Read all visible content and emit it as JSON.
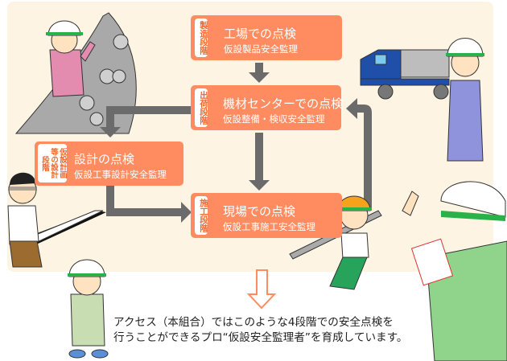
{
  "colors": {
    "panel_bg": "#fdf4e3",
    "box_fill": "#fe8c60",
    "badge_text": "#f0692d",
    "arrow_gray": "#6b6b6b",
    "down_arrow_outline": "#fe8c60"
  },
  "stages": [
    {
      "id": "manufacturing",
      "badge": "製造段階",
      "title": "工場での点検",
      "subtitle": "仮設製品安全監理"
    },
    {
      "id": "shipping",
      "badge": "出荷段階",
      "title": "機材センターでの点検",
      "subtitle": "仮設整備・検収安全監理"
    },
    {
      "id": "design",
      "badge": "仮設計画等の設計段階",
      "badge_lines": [
        "仮設",
        "計画",
        "等の設計",
        "段階"
      ],
      "title": "設計の点検",
      "subtitle": "仮設工事設計安全監理"
    },
    {
      "id": "construction",
      "badge": "施工段階",
      "title": "現場での点検",
      "subtitle": "仮設工事施工安全監理"
    }
  ],
  "caption": {
    "line1": "アクセス（本組合）ではこのような4段階での安全点検を",
    "line2": "行うことができるプロ“仮設安全監理者”を育成しています。"
  },
  "illustrations": [
    "worker-with-clamps",
    "worker-with-truck",
    "designer-at-drafting-table",
    "worker-carrying-pipes",
    "inspector-with-clipboard",
    "worker-standing"
  ]
}
